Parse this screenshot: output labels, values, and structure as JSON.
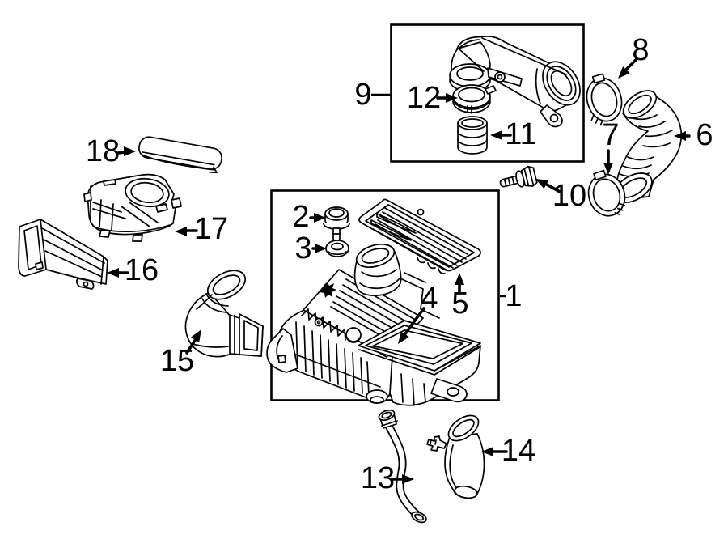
{
  "colors": {
    "background": "#ffffff",
    "line_color": "#000000"
  },
  "callouts": {
    "c1": {
      "label": "1"
    },
    "c2": {
      "label": "2"
    },
    "c3": {
      "label": "3"
    },
    "c4": {
      "label": "4"
    },
    "c5": {
      "label": "5"
    },
    "c6": {
      "label": "6"
    },
    "c7": {
      "label": "7"
    },
    "c8": {
      "label": "8"
    },
    "c9": {
      "label": "9"
    },
    "c10": {
      "label": "10"
    },
    "c11": {
      "label": "11"
    },
    "c12": {
      "label": "12"
    },
    "c13": {
      "label": "13"
    },
    "c14": {
      "label": "14"
    },
    "c15": {
      "label": "15"
    },
    "c16": {
      "label": "16"
    },
    "c17": {
      "label": "17"
    },
    "c18": {
      "label": "18"
    }
  }
}
